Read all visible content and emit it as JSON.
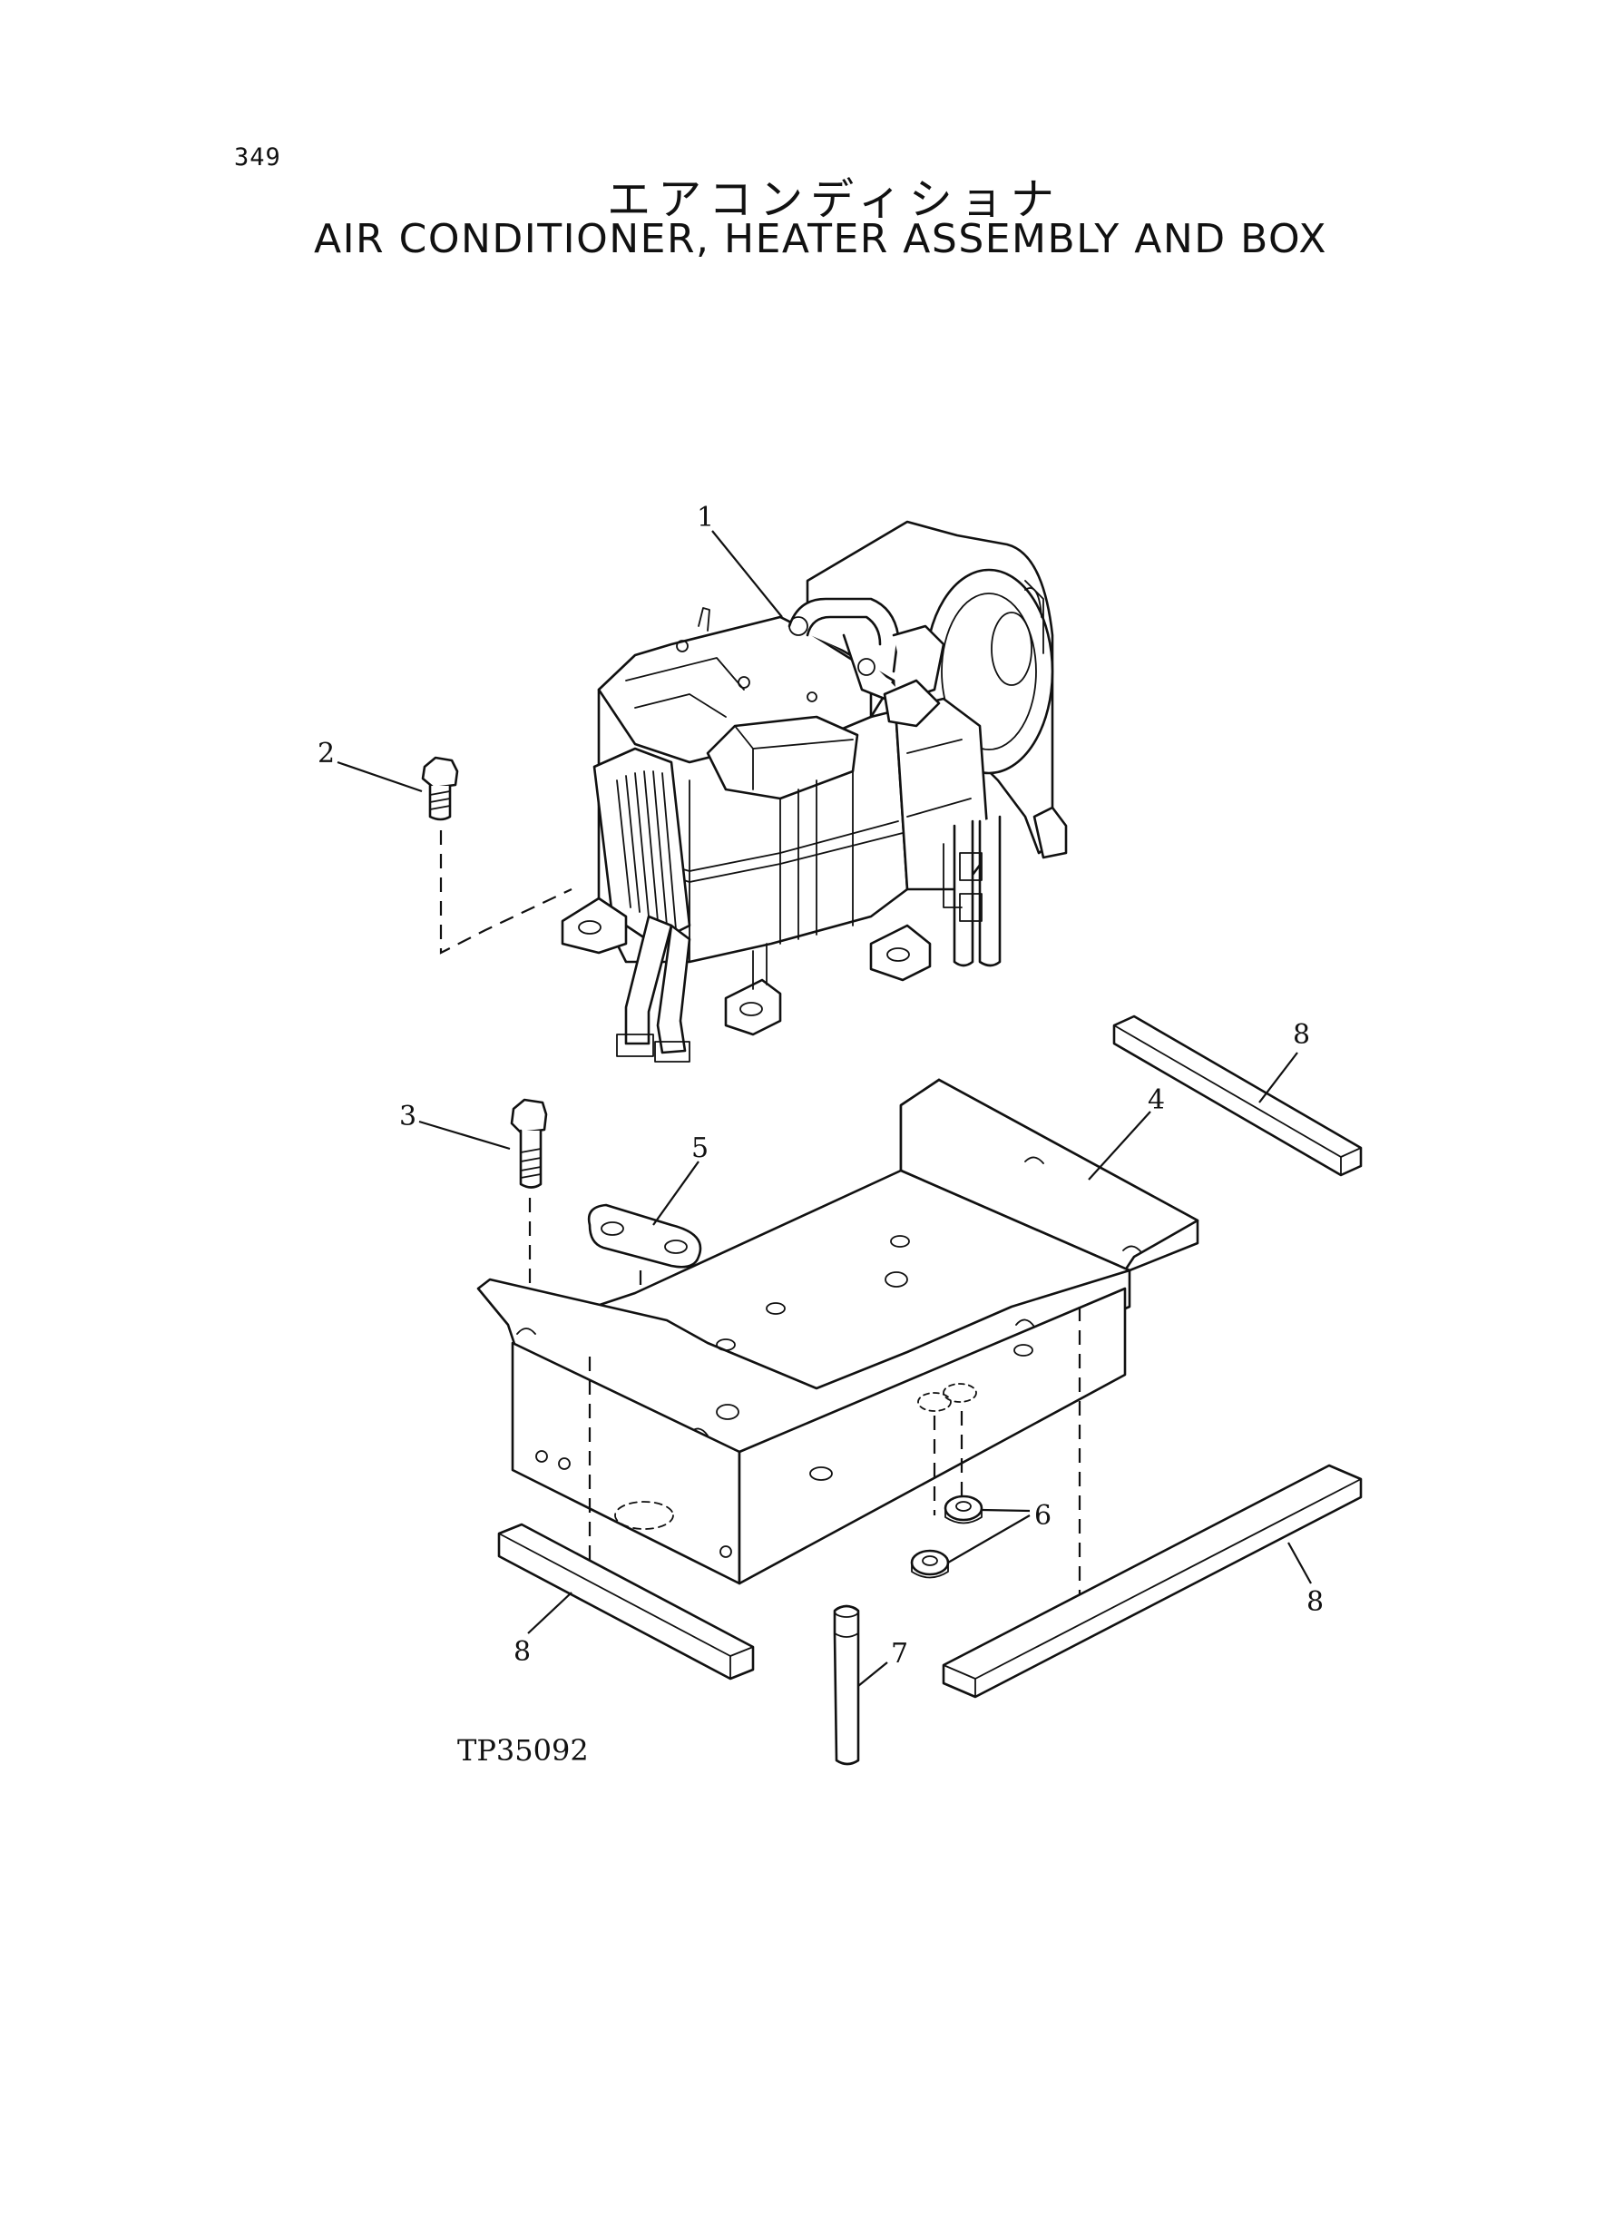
{
  "page": {
    "number": "349",
    "title_jp": "エアコンディショナ",
    "title_en": "AIR CONDITIONER, HEATER ASSEMBLY AND BOX",
    "drawing_code": "TP35092"
  },
  "callouts": {
    "c1": "1",
    "c2": "2",
    "c3": "3",
    "c4": "4",
    "c5": "5",
    "c6": "6",
    "c7": "7",
    "c8a": "8",
    "c8b": "8",
    "c8c": "8"
  },
  "colors": {
    "ink": "#111111",
    "paper": "#ffffff"
  }
}
